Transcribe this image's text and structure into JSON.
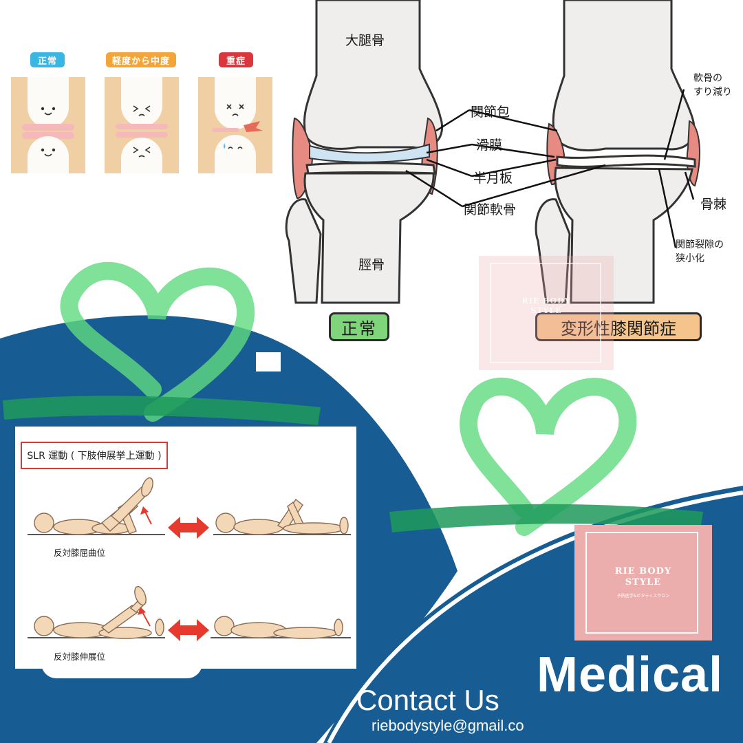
{
  "stages": {
    "normal": {
      "label": "正常",
      "color": "#39b6e4"
    },
    "mild": {
      "label": "軽度から中度",
      "color": "#f4a53a"
    },
    "severe": {
      "label": "重症",
      "color": "#d9363e"
    }
  },
  "knee_diagram": {
    "femur": "大腿骨",
    "tibia": "脛骨",
    "capsule": "関節包",
    "synovium": "滑膜",
    "meniscus": "半月板",
    "cartilage": "関節軟骨",
    "cartilage_wear": [
      "軟骨の",
      "すり減り"
    ],
    "osteophyte": "骨棘",
    "narrowing": [
      "関節裂隙の",
      "狭小化"
    ],
    "normal_tag": "正常",
    "oa_tag": "変形性膝関節症",
    "normal_tag_color": "#7fd67a",
    "oa_tag_color": "#f5c48c"
  },
  "slr": {
    "title": "SLR 運動 ( 下肢伸展挙上運動 )",
    "caption_flexed": "反対膝屈曲位",
    "caption_extended": "反対膝伸展位",
    "arrow_color": "#e63a2e"
  },
  "logo": {
    "line1": "RIE BODY",
    "line2": "STYLE",
    "sub": "予防医学&ビタティスサロン",
    "wm1": "RIE BODY",
    "wm2": "STYLE"
  },
  "footer": {
    "heading": "Medical",
    "contact": "Contact Us",
    "email": "riebodystyle@gmail.co"
  },
  "colors": {
    "navy": "#175d94",
    "ribbon": "#5fdb7e",
    "skin": "#f0cfa4"
  }
}
